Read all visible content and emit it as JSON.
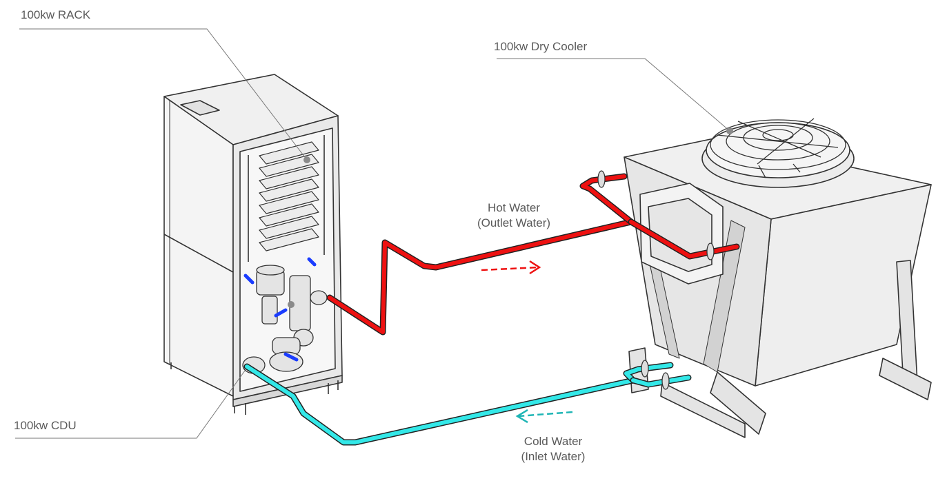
{
  "callouts": {
    "rack": "100kw RACK",
    "dry_cooler": "100kw Dry Cooler",
    "cdu": "100kw CDU"
  },
  "flows": {
    "hot": {
      "line1": "Hot Water",
      "line2": "(Outlet Water)",
      "color": "#ee1111"
    },
    "cold": {
      "line1": "Cold Water",
      "line2": "(Inlet Water)",
      "color": "#33e8e8"
    }
  },
  "colors": {
    "outline": "#333333",
    "panel": "#f2f2f2",
    "panel_dark": "#d9d9d9",
    "leader": "#777777",
    "accent_blue": "#1a3cff"
  }
}
